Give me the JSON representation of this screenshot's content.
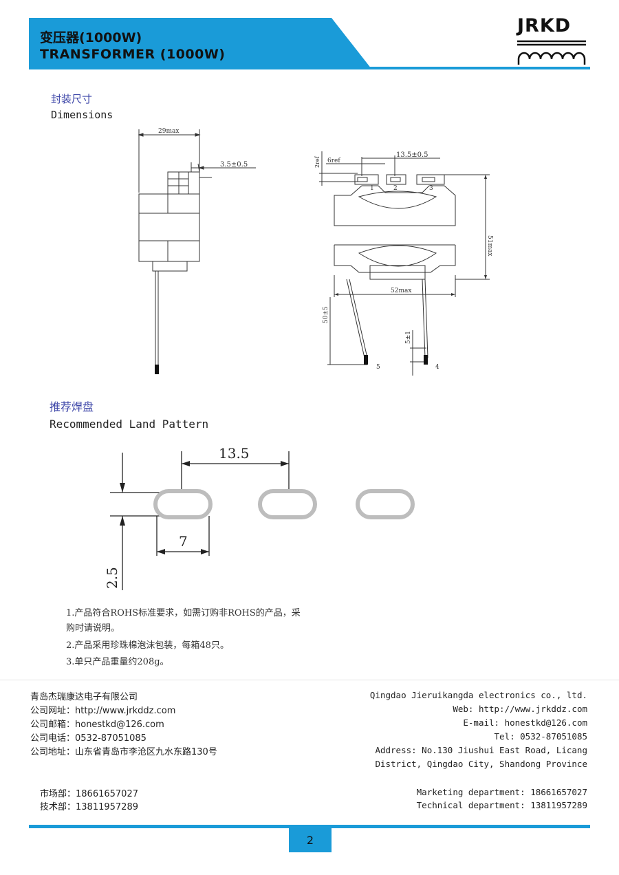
{
  "header": {
    "title_cn": "变压器(1000W)",
    "title_en": "TRANSFORMER  (1000W)",
    "logo": "JRKD",
    "accent_color": "#1a9bd8"
  },
  "dimensions_section": {
    "title_cn": "封装尺寸",
    "title_en": "Dimensions",
    "side_view": {
      "width_label": "29max",
      "pin_label": "3.5±0.5"
    },
    "front_view": {
      "ref2_label": "2ref",
      "ref6_label": "6ref",
      "pitch_label": "13.5±0.5",
      "height_label": "51max",
      "width_label": "52max",
      "lead_label": "50±5",
      "tip_label": "5±1",
      "pins": [
        "1",
        "2",
        "3",
        "4",
        "5"
      ]
    }
  },
  "land_section": {
    "title_cn": "推荐焊盘",
    "title_en": "Recommended Land Pattern",
    "pitch_label": "13.5",
    "length_label": "7",
    "width_label": "2.5"
  },
  "notes": [
    "1.产品符合ROHS标准要求，如需订购非ROHS的产品，采",
    "购时请说明。",
    "2.产品采用珍珠棉泡沫包装，每箱48只。",
    "3.单只产品重量约208g。"
  ],
  "footer": {
    "company_cn": "青岛杰瑞康达电子有限公司",
    "website_cn": "公司网址：http://www.jrkddz.com",
    "email_cn": "公司邮箱：honestkd@126.com",
    "phone_cn": "公司电话：0532-87051085",
    "address_cn": "公司地址：山东省青岛市李沧区九水东路130号",
    "company_en": "Qingdao Jieruikangda electronics co., ltd.",
    "website_en": "Web: http://www.jrkddz.com",
    "email_en": "E-mail: honestkd@126.com",
    "phone_en": "Tel: 0532-87051085",
    "address_en_1": "Address: No.130 Jiushui East Road, Licang",
    "address_en_2": "District, Qingdao City, Shandong Province",
    "marketing_cn": "市场部：18661657027",
    "tech_cn": "技术部：13811957289",
    "marketing_en": "Marketing department: 18661657027",
    "tech_en": "Technical department: 13811957289"
  },
  "page_number": "2"
}
